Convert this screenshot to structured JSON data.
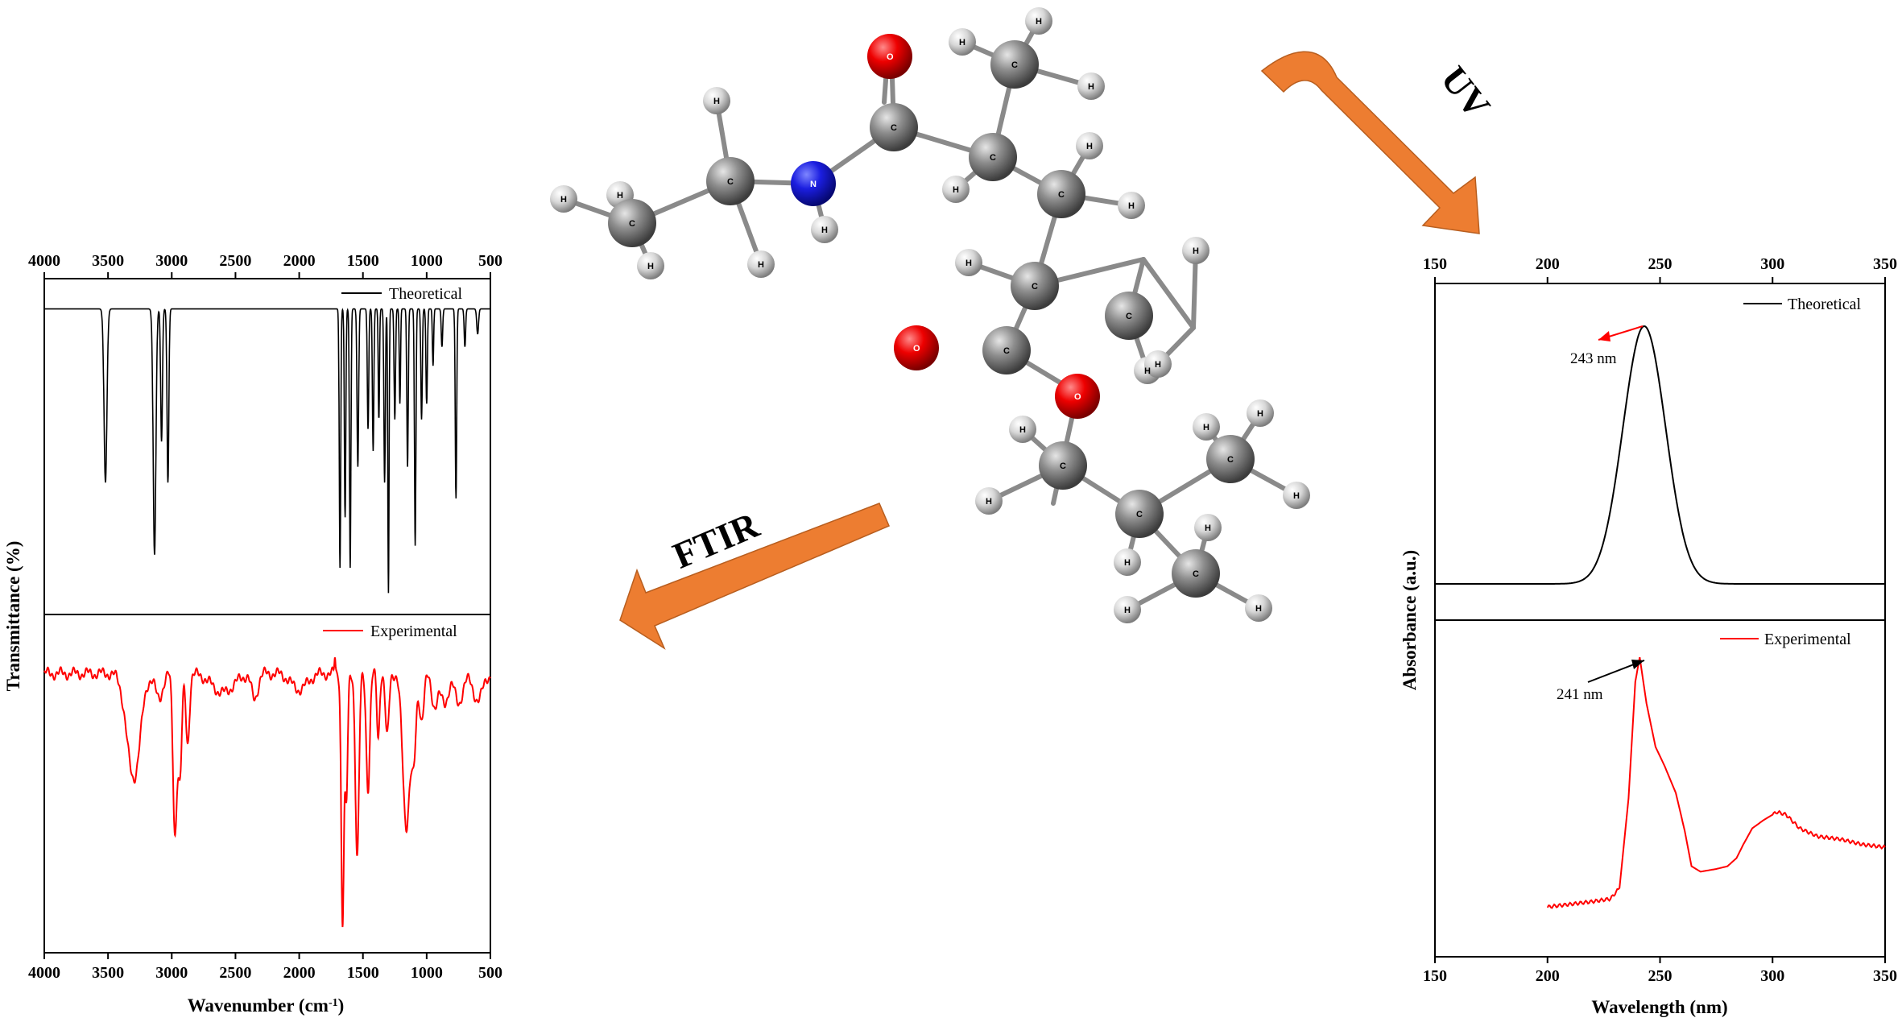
{
  "labels": {
    "ftir": "FTIR",
    "uv": "UV"
  },
  "colors": {
    "theoretical": "#000000",
    "experimental": "#ff0000",
    "arrow": "#ed7d31"
  },
  "chart_data": [
    {
      "type": "line",
      "xlabel": "Wavenumber (cm-1)",
      "xlabel_main": "Wavenumber (cm",
      "xlabel_sup": "-1",
      "xlabel_end": ")",
      "ylabel": "Transmittance (%)",
      "xlim": [
        4000,
        500
      ],
      "x_reversed": true,
      "xticks": [
        "4000",
        "3500",
        "3000",
        "2500",
        "2000",
        "1500",
        "1000",
        "500"
      ],
      "xtick_values": [
        4000,
        3500,
        3000,
        2500,
        2000,
        1500,
        1000,
        500
      ],
      "panels": [
        {
          "name": "Theoretical",
          "color": "#000000",
          "baseline": 0.95,
          "peaks": [
            [
              3520,
              0.55,
              16
            ],
            [
              3135,
              0.78,
              15
            ],
            [
              3080,
              0.42,
              10
            ],
            [
              3030,
              0.55,
              10
            ],
            [
              1680,
              0.82,
              8
            ],
            [
              1640,
              0.66,
              8
            ],
            [
              1600,
              0.82,
              8
            ],
            [
              1540,
              0.5,
              9
            ],
            [
              1460,
              0.38,
              8
            ],
            [
              1420,
              0.45,
              8
            ],
            [
              1375,
              0.35,
              7
            ],
            [
              1330,
              0.55,
              8
            ],
            [
              1300,
              0.9,
              7
            ],
            [
              1250,
              0.35,
              8
            ],
            [
              1210,
              0.3,
              7
            ],
            [
              1150,
              0.5,
              8
            ],
            [
              1090,
              0.75,
              8
            ],
            [
              1040,
              0.35,
              8
            ],
            [
              1000,
              0.3,
              8
            ],
            [
              950,
              0.18,
              7
            ],
            [
              880,
              0.12,
              8
            ],
            [
              770,
              0.6,
              8
            ],
            [
              700,
              0.12,
              8
            ],
            [
              600,
              0.08,
              10
            ]
          ]
        },
        {
          "name": "Experimental",
          "color": "#ff0000",
          "baseline": 0.86,
          "peaks": [
            [
              3300,
              0.33,
              75
            ],
            [
              3100,
              0.08,
              40
            ],
            [
              2975,
              0.5,
              22
            ],
            [
              2935,
              0.32,
              20
            ],
            [
              2875,
              0.22,
              20
            ],
            [
              2600,
              0.06,
              120
            ],
            [
              2350,
              0.08,
              35
            ],
            [
              2000,
              0.05,
              90
            ],
            [
              1660,
              0.78,
              15
            ],
            [
              1630,
              0.4,
              15
            ],
            [
              1545,
              0.58,
              20
            ],
            [
              1460,
              0.36,
              20
            ],
            [
              1380,
              0.2,
              15
            ],
            [
              1310,
              0.2,
              20
            ],
            [
              1160,
              0.48,
              40
            ],
            [
              1100,
              0.25,
              25
            ],
            [
              1040,
              0.14,
              25
            ],
            [
              940,
              0.1,
              35
            ],
            [
              860,
              0.1,
              40
            ],
            [
              750,
              0.1,
              40
            ],
            [
              600,
              0.08,
              60
            ]
          ],
          "spikes": [
            [
              1720,
              0.05,
              6
            ]
          ]
        }
      ]
    },
    {
      "type": "line",
      "xlabel": "Wavelength (nm)",
      "ylabel": "Absorbance (a.u.)",
      "xlim": [
        150,
        350
      ],
      "xticks": [
        "150",
        "200",
        "250",
        "300",
        "350"
      ],
      "xtick_values": [
        150,
        200,
        250,
        300,
        350
      ],
      "panels": [
        {
          "name": "Theoretical",
          "color": "#000000",
          "peak_x": 243,
          "peak_width": 9.5,
          "annotation": "243 nm",
          "annotation_color": "#ff0000"
        },
        {
          "name": "Experimental",
          "color": "#ff0000",
          "x_start": 200,
          "points": [
            [
              200,
              0.05
            ],
            [
              210,
              0.06
            ],
            [
              220,
              0.07
            ],
            [
              228,
              0.08
            ],
            [
              232,
              0.12
            ],
            [
              236,
              0.45
            ],
            [
              239,
              0.88
            ],
            [
              241,
              0.97
            ],
            [
              244,
              0.8
            ],
            [
              248,
              0.64
            ],
            [
              252,
              0.57
            ],
            [
              257,
              0.47
            ],
            [
              261,
              0.33
            ],
            [
              264,
              0.2
            ],
            [
              268,
              0.18
            ],
            [
              275,
              0.19
            ],
            [
              280,
              0.2
            ],
            [
              284,
              0.23
            ],
            [
              287,
              0.28
            ],
            [
              291,
              0.34
            ],
            [
              296,
              0.37
            ],
            [
              302,
              0.4
            ],
            [
              306,
              0.39
            ],
            [
              312,
              0.34
            ],
            [
              320,
              0.31
            ],
            [
              330,
              0.3
            ],
            [
              340,
              0.28
            ],
            [
              350,
              0.27
            ]
          ],
          "annotation": "241 nm",
          "annotation_color": "#000000"
        }
      ]
    }
  ]
}
